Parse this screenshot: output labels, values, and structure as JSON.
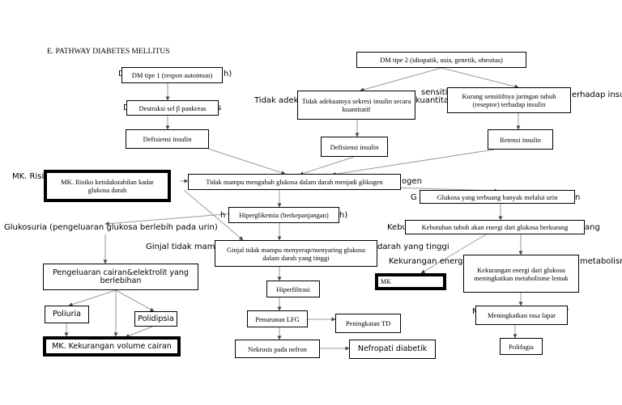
{
  "title": "E. PATHWAY DIABETES MELLITUS",
  "background_texts": {
    "t1": "D",
    "t2": "h)",
    "t3": "D",
    "t4": "s",
    "t5": "Tidak adek",
    "t6": "sensitif",
    "t7": "kuantita",
    "t8": "erhadap insu",
    "t9": "MK. Risi",
    "t10": "ogen",
    "t11": "G",
    "t12": "n",
    "t13": "h",
    "t14": "h)",
    "t15": "Kebu",
    "t16": "ang",
    "t17": "Glukosuria (pengeluaran glukosa berlebih pada urin)",
    "t18": "Ginjal tidak mam",
    "t19": "darah yang tinggi",
    "t20": "Kekurangan energ",
    "t21": "metabolism",
    "t22": "M",
    "t23": "r"
  },
  "nodes": {
    "dm1": "DM tipe 1 (respon autoimun)",
    "destruksi": "Destruksi sel β pankreas",
    "defisiensi1": "Defisiensi insulin",
    "dm2": "DM tipe 2 (idiopatik, usia, genetik, obesitas)",
    "tidak_adekuat": "Tidak adekuatnya sekresi insulin secara kuantitatif",
    "kurang_sensitif": "Kurang sensitifnya jaringan tubuh (reseptor) terhadap insulin",
    "defisiensi2": "Defisiensi  insulin",
    "retensi": "Retensi insulin",
    "mk_risiko": "MK. Risiko ketidakstabilan kadar glukosa darah",
    "tidak_mampu": "Tidak mampu mengubah glukosa dalam darah menjadi glikogen",
    "glukosa_urin": "Glukosa yang terbuang banyak melalui urin",
    "hiperglikemia": "Hiperglikemia (berkepanjangan)",
    "kebutuhan": "Kebutuhan tubuh akan energi dari glukosa berkurang",
    "ginjal": "Ginjal tidak mampu menyerap/menyaring glukosa dalam darah yang tinggi",
    "pengeluaran": "Pengeluaran cairan&elektrolit yang berlebihan",
    "kekurangan_energi": "Kekurangan energi dari glukosa meningkatkan metabolisme lemak",
    "mk_small": "MK",
    "hiperfiltrasi": "Hiperfiltrasi",
    "poliuria": "Poliuria",
    "polidipsia": "Polidipsia",
    "meningkatkan_lapar": "Meningkatkan rasa lapar",
    "penurunan_lfg": "Penurunan LFG",
    "peningkatan_td": "Peningkatan TD",
    "mk_kekurangan": "MK. Kekurangan volume cairan",
    "nekrosis": "Nekrosis pada nefron",
    "nefropati": "Nefropati diabetik",
    "polifagia": "Polifagia"
  }
}
